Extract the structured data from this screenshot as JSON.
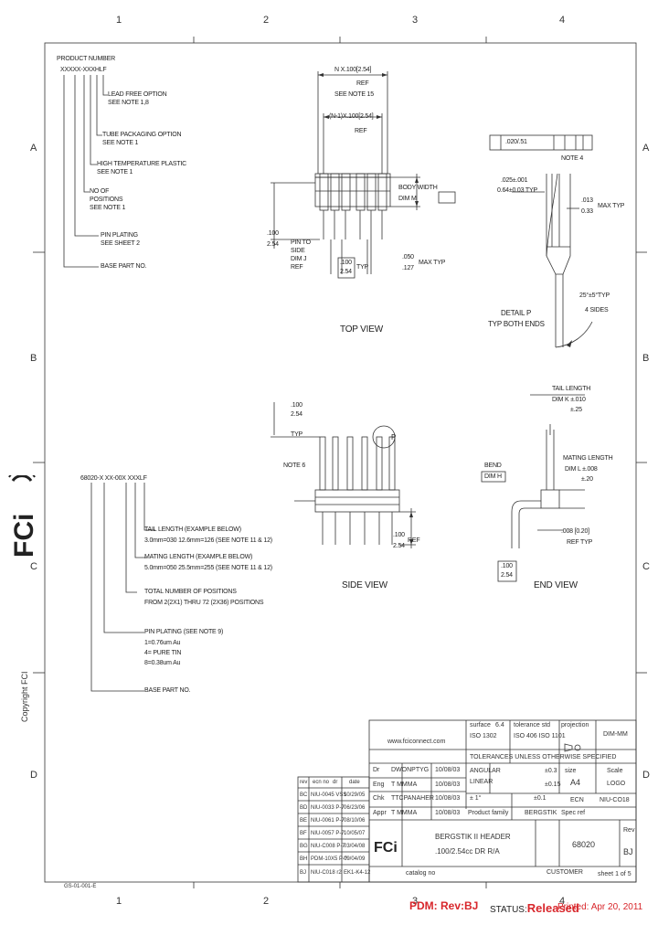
{
  "frame": {
    "cols_top": [
      "1",
      "2",
      "3",
      "4"
    ],
    "cols_bottom": [
      "1",
      "2",
      "3",
      "4"
    ],
    "rows": [
      "A",
      "B",
      "C",
      "D"
    ]
  },
  "part_number_key": {
    "title": "PRODUCT NUMBER",
    "code": "XXXXX-XXXHLF",
    "items": [
      {
        "l1": "LEAD FREE OPTION",
        "l2": "SEE NOTE 1,8"
      },
      {
        "l1": "TUBE PACKAGING OPTION",
        "l2": "SEE NOTE 1"
      },
      {
        "l1": "HIGH TEMPERATURE PLASTIC",
        "l2": "SEE NOTE 1"
      },
      {
        "l1": "NO OF",
        "l2": "POSITIONS",
        "l3": "SEE NOTE 1"
      },
      {
        "l1": "PIN PLATING",
        "l2": "SEE SHEET 2"
      },
      {
        "l1": "BASE PART NO."
      }
    ]
  },
  "part_number_key2": {
    "code": "68020-X XX-00X XXXLF",
    "tail_title": "TAIL LENGTH (EXAMPLE BELOW)",
    "tail_text": "3.0mm=030 12.6mm=126 (SEE NOTE 11 & 12)",
    "mating_title": "MATING LENGTH (EXAMPLE BELOW)",
    "mating_text": "5.0mm=050 25.5mm=255 (SEE NOTE 11 & 12)",
    "total_title": "TOTAL NUMBER OF POSITIONS",
    "total_text": "FROM 2(2X1) THRU 72 (2X36) POSITIONS",
    "plating_title": "PIN PLATING (SEE NOTE 9)",
    "plating_1": "1=0.76um Au",
    "plating_4": "4= PURE TIN",
    "plating_8": "8=0.38um Au",
    "base": "BASE PART NO."
  },
  "top_view": {
    "dim1": "N X.100[2.54]",
    "ref": "REF",
    "note15": "SEE NOTE 15",
    "dim2": "(N-1)X.100[2.54]",
    "ref2": "REF",
    "pin_to_side": "PIN TO",
    "pin_to_side2": "SIDE",
    "pin_to_side3": "DIM J",
    "pin_to_side4": "REF",
    "d100": ".100",
    "d254": "2.54",
    "d100b": ".100",
    "d254b": "2.54",
    "typ": "TYP",
    "d050": ".050",
    "d127": ".127",
    "maxtyp": "MAX TYP",
    "body": "BODY WIDTH",
    "dim_m": "DIM M",
    "label": "TOP VIEW"
  },
  "detail": {
    "tol": ".020/.51",
    "note4": "NOTE 4",
    "d025": ".025±.001",
    "d064": "0.64±0.03 TYP",
    "d013": ".013",
    "d033": "0.33",
    "maxtyp": "MAX TYP",
    "angle": "25°±5°TYP",
    "sides": "4 SIDES",
    "title1": "DETAIL P",
    "title2": "TYP BOTH ENDS"
  },
  "side_view": {
    "d100": ".100",
    "d254": "2.54",
    "typ": "TYP",
    "note6": "NOTE 6",
    "p": "P",
    "d100b": ".100",
    "d254b": "2.54",
    "ref": "REF",
    "label": "SIDE VIEW"
  },
  "end_view": {
    "tail": "TAIL LENGTH",
    "dim_k": "DIM K ±.010",
    "dim_k2": "±.25",
    "bend": "BEND",
    "dim_h": "DIM H",
    "mating": "MATING LENGTH",
    "dim_l": "DIM L ±.008",
    "dim_l2": "±.20",
    "d008": ".008 [0.20]",
    "reftyp": "REF TYP",
    "d100": ".100",
    "d254": "2.54",
    "label": "END VIEW"
  },
  "title_block": {
    "website": "www.fciconnect.com",
    "surface": "surface",
    "roughness": "6.4",
    "iso": "ISO 1302",
    "tolerance": "tolerance std",
    "iso2": "ISO 406 ISO 1101",
    "projection": "projection",
    "tol_unless": "TOLERANCES UNLESS OTHERWISE SPECIFIED",
    "angular": "ANGULAR",
    "linear": "LINEAR",
    "tol1": "±0.3",
    "tol2": "±0.15",
    "tol3": "±0.1",
    "deg": "± 1°",
    "size": "size",
    "size_v": "A4",
    "units": "DIM-MM",
    "scale": "Scale",
    "scale_v": "LOGO",
    "ecn": "ECN",
    "ecn_v": "NIU-CO18",
    "product_family": "Product family",
    "family_v": "BERGSTIK",
    "spec": "Spec ref",
    "title1": "BERGSTIK II HEADER",
    "title2": ".100/2.54cc DR R/A",
    "part_no": "68020",
    "rev": "Rev",
    "rev_v": "BJ",
    "catalog": "catalog no",
    "customer": "CUSTOMER",
    "sheet": "sheet 1 of 5",
    "revs": [
      {
        "n": "BJ",
        "e": "NIU-C018 r2",
        "d": "EK1-K4-12"
      },
      {
        "n": "BH",
        "e": "PDM-10X5 P-?",
        "d": "09/04/09"
      },
      {
        "n": "BG",
        "e": "NIU-C008 P-7",
        "d": "03/04/08"
      },
      {
        "n": "BF",
        "e": "NIU-0057 P-7",
        "d": "10/05/07"
      },
      {
        "n": "BE",
        "e": "NIU-0061 P-7",
        "d": "08/10/06"
      },
      {
        "n": "BD",
        "e": "NIU-0033 P-7",
        "d": "06/23/06"
      },
      {
        "n": "BC",
        "e": "NIU-0045 VSS",
        "d": "10/29/05"
      }
    ],
    "rev_head": [
      "rev",
      "ecn no",
      "dr",
      "date"
    ],
    "dr_rows": [
      {
        "k": "Dr",
        "v": "DWONPTYG",
        "d": "10/08/03"
      },
      {
        "k": "Eng",
        "v": "T MMMA",
        "d": "10/08/03"
      },
      {
        "k": "Chk",
        "v": "TTCPANAHER",
        "d": "10/08/03"
      },
      {
        "k": "Appr",
        "v": "T MMMA",
        "d": "10/08/03"
      }
    ],
    "form_no": "GS-01-001-E"
  },
  "status": {
    "pdm": "PDM: Rev:BJ",
    "status_label": "STATUS:",
    "status_value": "Released",
    "printed": "Printed: Apr 20, 2011"
  },
  "copyright": "Copyright FCI",
  "logo": "FCi"
}
